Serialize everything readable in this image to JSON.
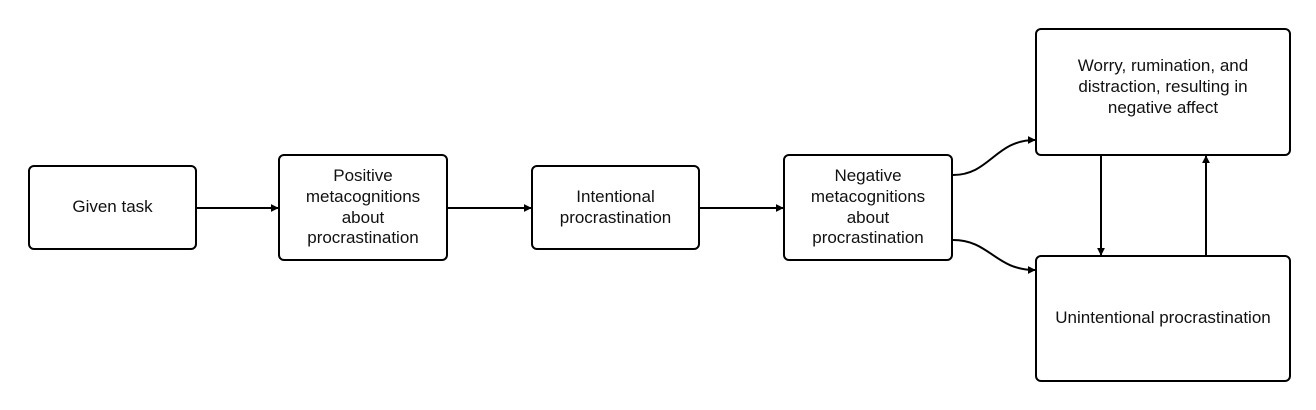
{
  "diagram": {
    "nodes": {
      "given_task": "Given task",
      "positive_metacognitions": "Positive metacognitions about procrastination",
      "intentional_procrastination": "Intentional procrastination",
      "negative_metacognitions": "Negative metacognitions about procrastination",
      "worry_rumination": "Worry, rumination, and distraction, resulting in negative affect",
      "unintentional_procrastination": "Unintentional procrastination"
    },
    "colors": {
      "stroke": "#000000",
      "text": "#111111",
      "background": "#ffffff"
    }
  }
}
